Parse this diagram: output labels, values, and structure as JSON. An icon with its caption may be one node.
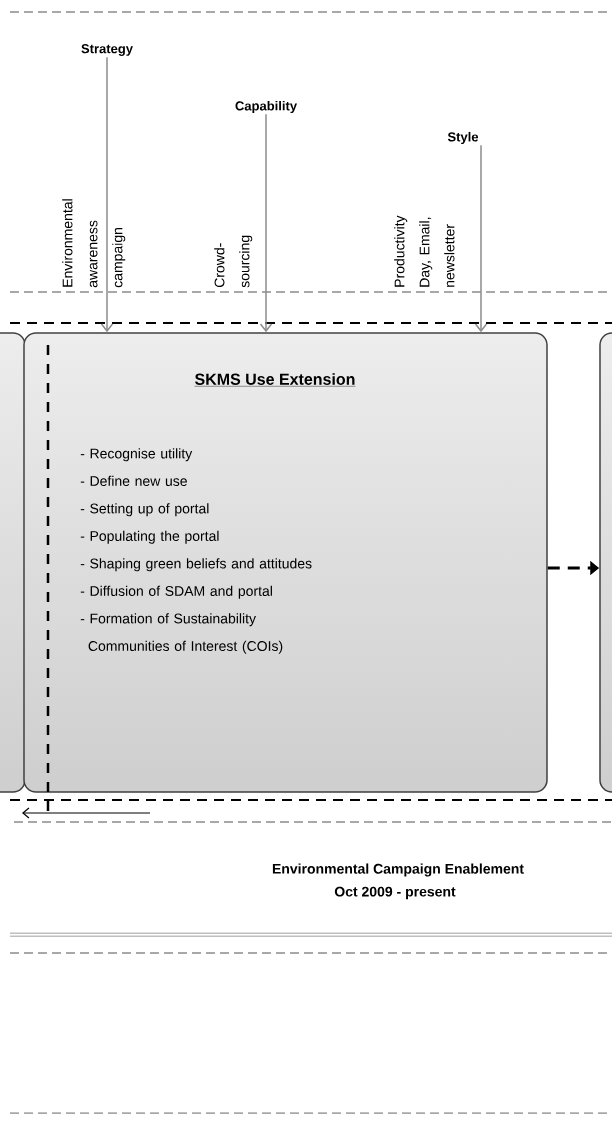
{
  "diagram": {
    "nodes": [
      {
        "text": [
          "Strategy"
        ]
      },
      {
        "text": [
          "Capability"
        ]
      },
      {
        "text": [
          "Style"
        ]
      },
      {
        "text": [],
        "shape": "box"
      },
      {
        "text": [
          "SKMS Use Extension",
          "- Recognise utility",
          "- Define new use",
          "- Setting up of portal",
          "- Populating the portal",
          "- Shaping green beliefs and attitudes",
          "- Diffusion of SDAM and portal",
          "- Formation of Sustainability Communities of Interest (COIs)"
        ]
      },
      {
        "text": [],
        "shape": "box"
      }
    ],
    "edges": [
      {
        "from": 0,
        "to": 4,
        "arrow": "to"
      },
      {
        "from": 1,
        "to": 4,
        "arrow": "to"
      },
      {
        "from": 2,
        "to": 4,
        "arrow": "to"
      },
      {
        "from": 4,
        "to": 5,
        "arrow": "to",
        "style": "dashed",
        "color": "#000000"
      }
    ],
    "labels": [
      "Environmental awareness campaign",
      "Crowd-sourcing",
      "Productivity Day, Email, newsletter",
      "Environmental Campaign Enablement",
      "Oct 2009 - present"
    ]
  }
}
